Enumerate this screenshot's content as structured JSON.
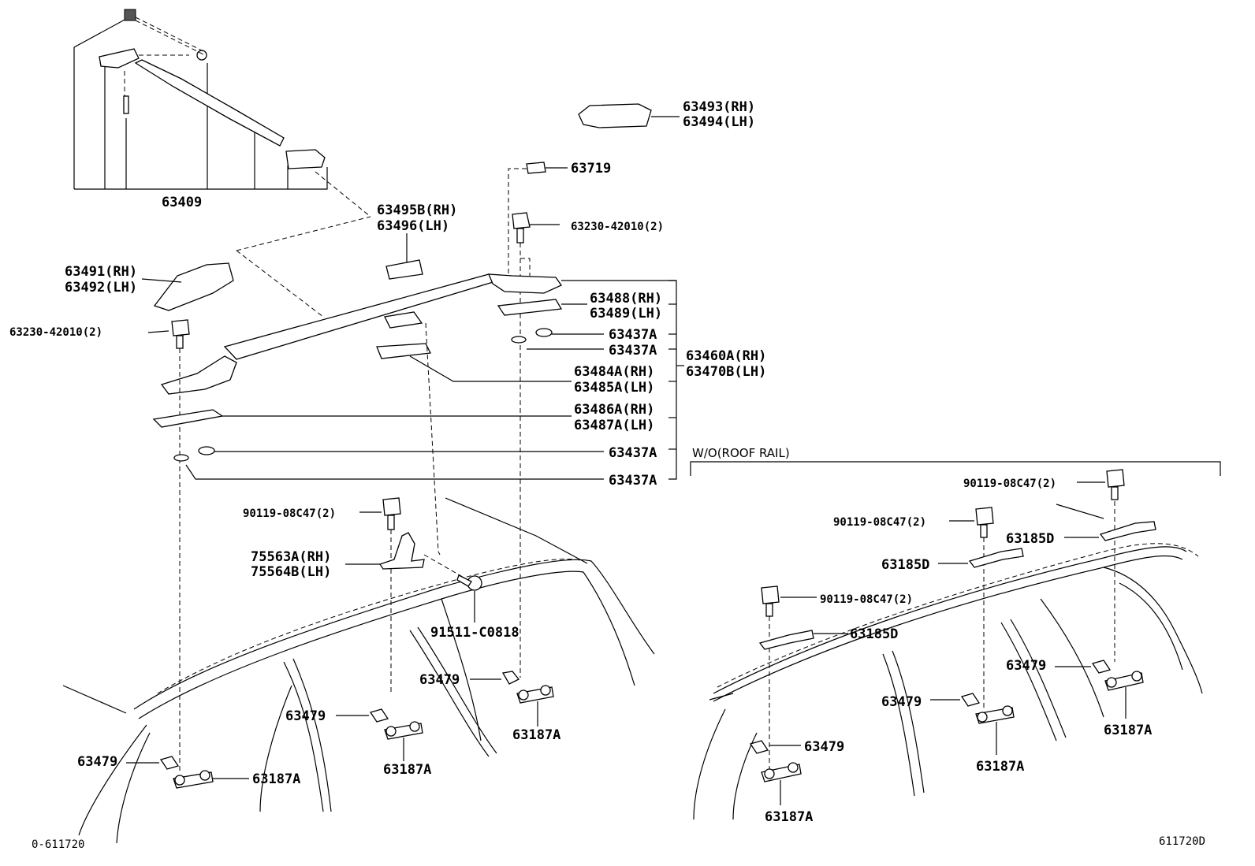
{
  "labels": {
    "p63409": "63409",
    "p63493": "63493(RH)",
    "p63494": "63494(LH)",
    "p63719": "63719",
    "p63230a": "63230-42010(2)",
    "p63495b": "63495B(RH)",
    "p63496": "63496(LH)",
    "p63491": "63491(RH)",
    "p63492": "63492(LH)",
    "p63230b": "63230-42010(2)",
    "p63488": "63488(RH)",
    "p63489": "63489(LH)",
    "p63437a_1": "63437A",
    "p63437a_2": "63437A",
    "p63460a": "63460A(RH)",
    "p63470b": "63470B(LH)",
    "p63484a": "63484A(RH)",
    "p63485a": "63485A(LH)",
    "p63486a": "63486A(RH)",
    "p63487a": "63487A(LH)",
    "p63437a_3": "63437A",
    "p63437a_4": "63437A",
    "wo_roof_rail": "W/O(ROOF RAIL)",
    "p90119_a": "90119-08C47(2)",
    "p75563a": "75563A(RH)",
    "p75564b": "75564B(LH)",
    "p91511": "91511-C0818",
    "p63479_a": "63479",
    "p63187a_a": "63187A",
    "p63479_b": "63479",
    "p63187a_b": "63187A",
    "p63479_c": "63479",
    "p63187a_c": "63187A",
    "p90119_b": "90119-08C47(2)",
    "p90119_c": "90119-08C47(2)",
    "p63185d_a": "63185D",
    "p63185d_b": "63185D",
    "p90119_d": "90119-08C47(2)",
    "p63185d_c": "63185D",
    "p63479_d": "63479",
    "p63187a_d": "63187A",
    "p63479_e": "63479",
    "p63187a_e": "63187A",
    "p63479_f": "63479",
    "p63187a_f": "63187A"
  },
  "footer": {
    "left_code": "0-611720",
    "right_code": "611720D"
  }
}
